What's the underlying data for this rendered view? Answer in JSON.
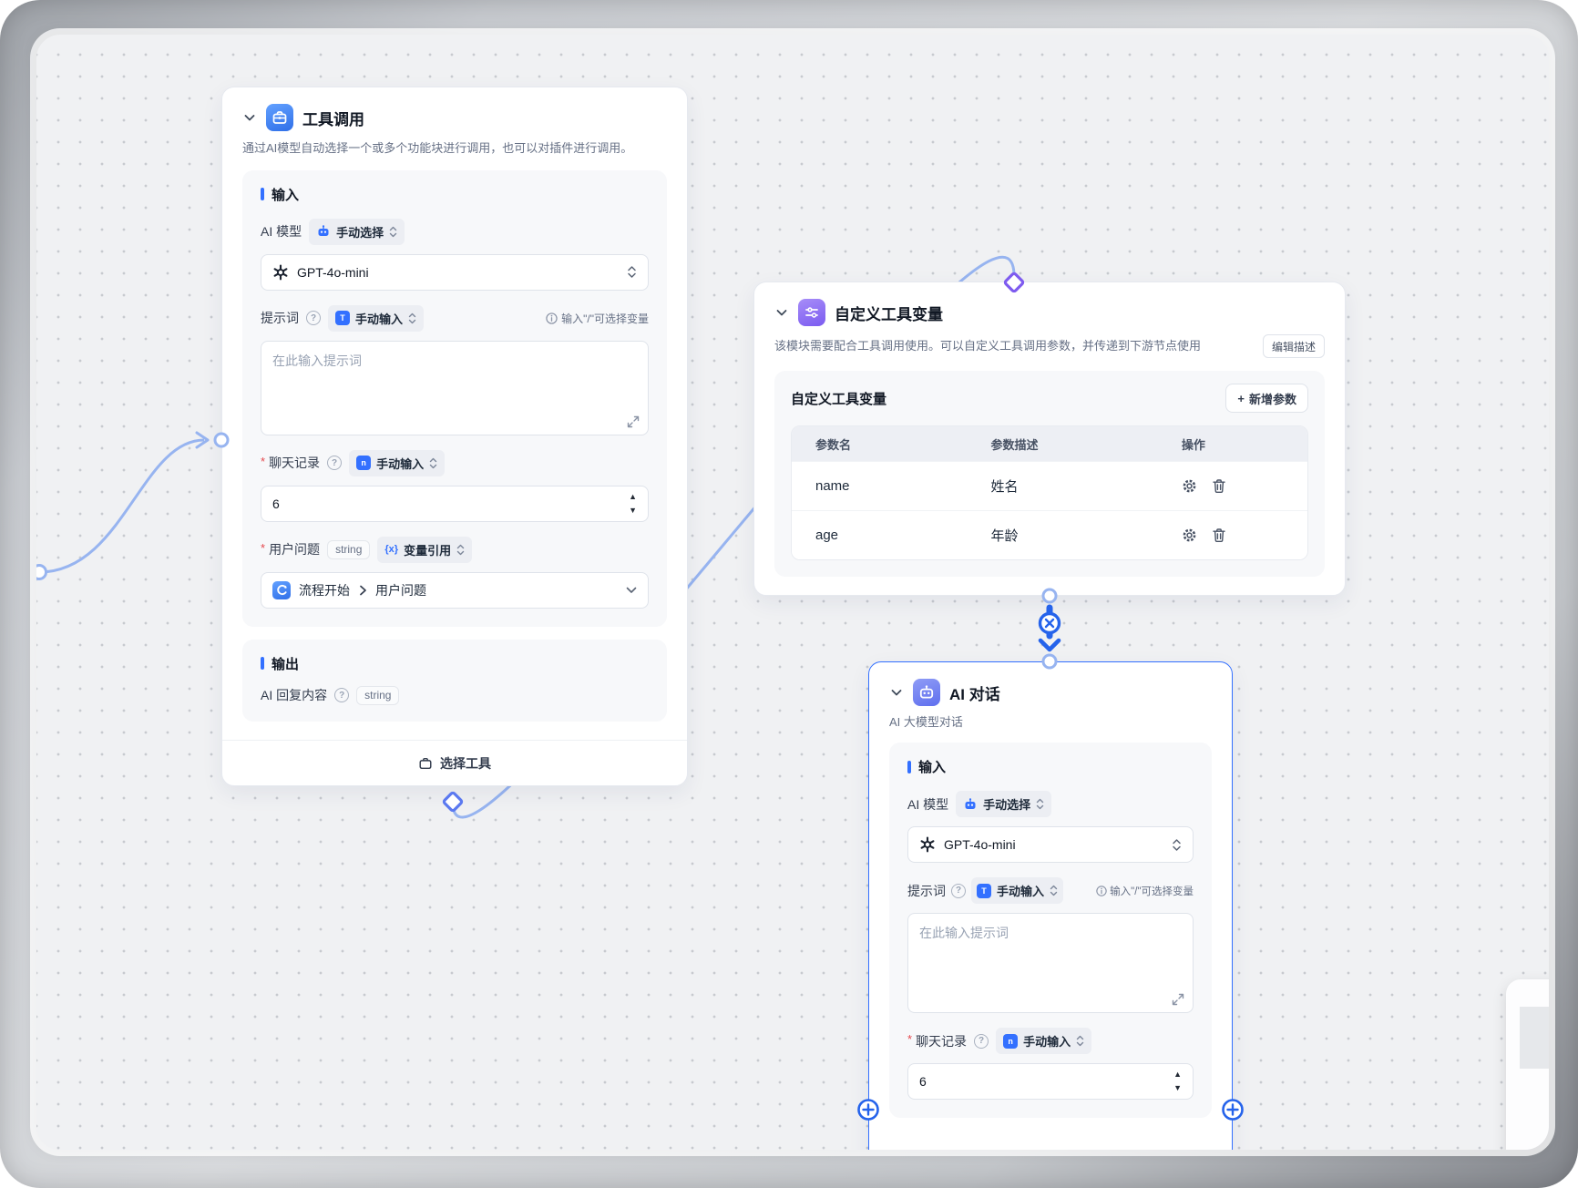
{
  "node_tool_call": {
    "title": "工具调用",
    "description": "通过AI模型自动选择一个或多个功能块进行调用，也可以对插件进行调用。",
    "input_section": "输入",
    "ai_model_label": "AI 模型",
    "ai_model_mode": "手动选择",
    "model_name": "GPT-4o-mini",
    "prompt_label": "提示词",
    "prompt_mode": "手动输入",
    "prompt_hint": "输入\"/\"可选择变量",
    "prompt_placeholder": "在此输入提示词",
    "history_label": "聊天记录",
    "history_mode": "手动输入",
    "history_icon_glyph": "n",
    "history_value": "6",
    "question_label": "用户问题",
    "question_type": "string",
    "question_mode": "变量引用",
    "question_mode_icon": "{x}",
    "question_ref_source": "流程开始",
    "question_ref_field": "用户问题",
    "output_section": "输出",
    "output_label": "AI 回复内容",
    "output_type": "string",
    "footer_button": "选择工具"
  },
  "node_custom_vars": {
    "title": "自定义工具变量",
    "description": "该模块需要配合工具调用使用。可以自定义工具调用参数，并传递到下游节点使用",
    "edit_description_button": "编辑描述",
    "panel_title": "自定义工具变量",
    "add_param_plus": "+",
    "add_param_button": "新增参数",
    "table": {
      "headers": [
        "参数名",
        "参数描述",
        "操作"
      ],
      "rows": [
        {
          "name": "name",
          "description": "姓名"
        },
        {
          "name": "age",
          "description": "年龄"
        }
      ]
    }
  },
  "node_ai_chat": {
    "title": "AI 对话",
    "subtitle": "AI 大模型对话",
    "input_section": "输入",
    "ai_model_label": "AI 模型",
    "ai_model_mode": "手动选择",
    "model_name": "GPT-4o-mini",
    "prompt_label": "提示词",
    "prompt_mode": "手动输入",
    "prompt_hint": "输入\"/\"可选择变量",
    "prompt_placeholder": "在此输入提示词",
    "history_label": "聊天记录",
    "history_mode": "手动输入",
    "history_icon_glyph": "n",
    "history_value": "6"
  },
  "glyphs": {
    "help": "?",
    "t_icon": "T",
    "up": "▲",
    "down": "▼"
  },
  "colors": {
    "accent": "#3370ff",
    "edge_light": "#97b4f0",
    "connector_strong": "#2563eb",
    "diamond_blue": "#5b79f0",
    "diamond_purple": "#7e5bef",
    "canvas_bg": "#f0f1f3"
  }
}
